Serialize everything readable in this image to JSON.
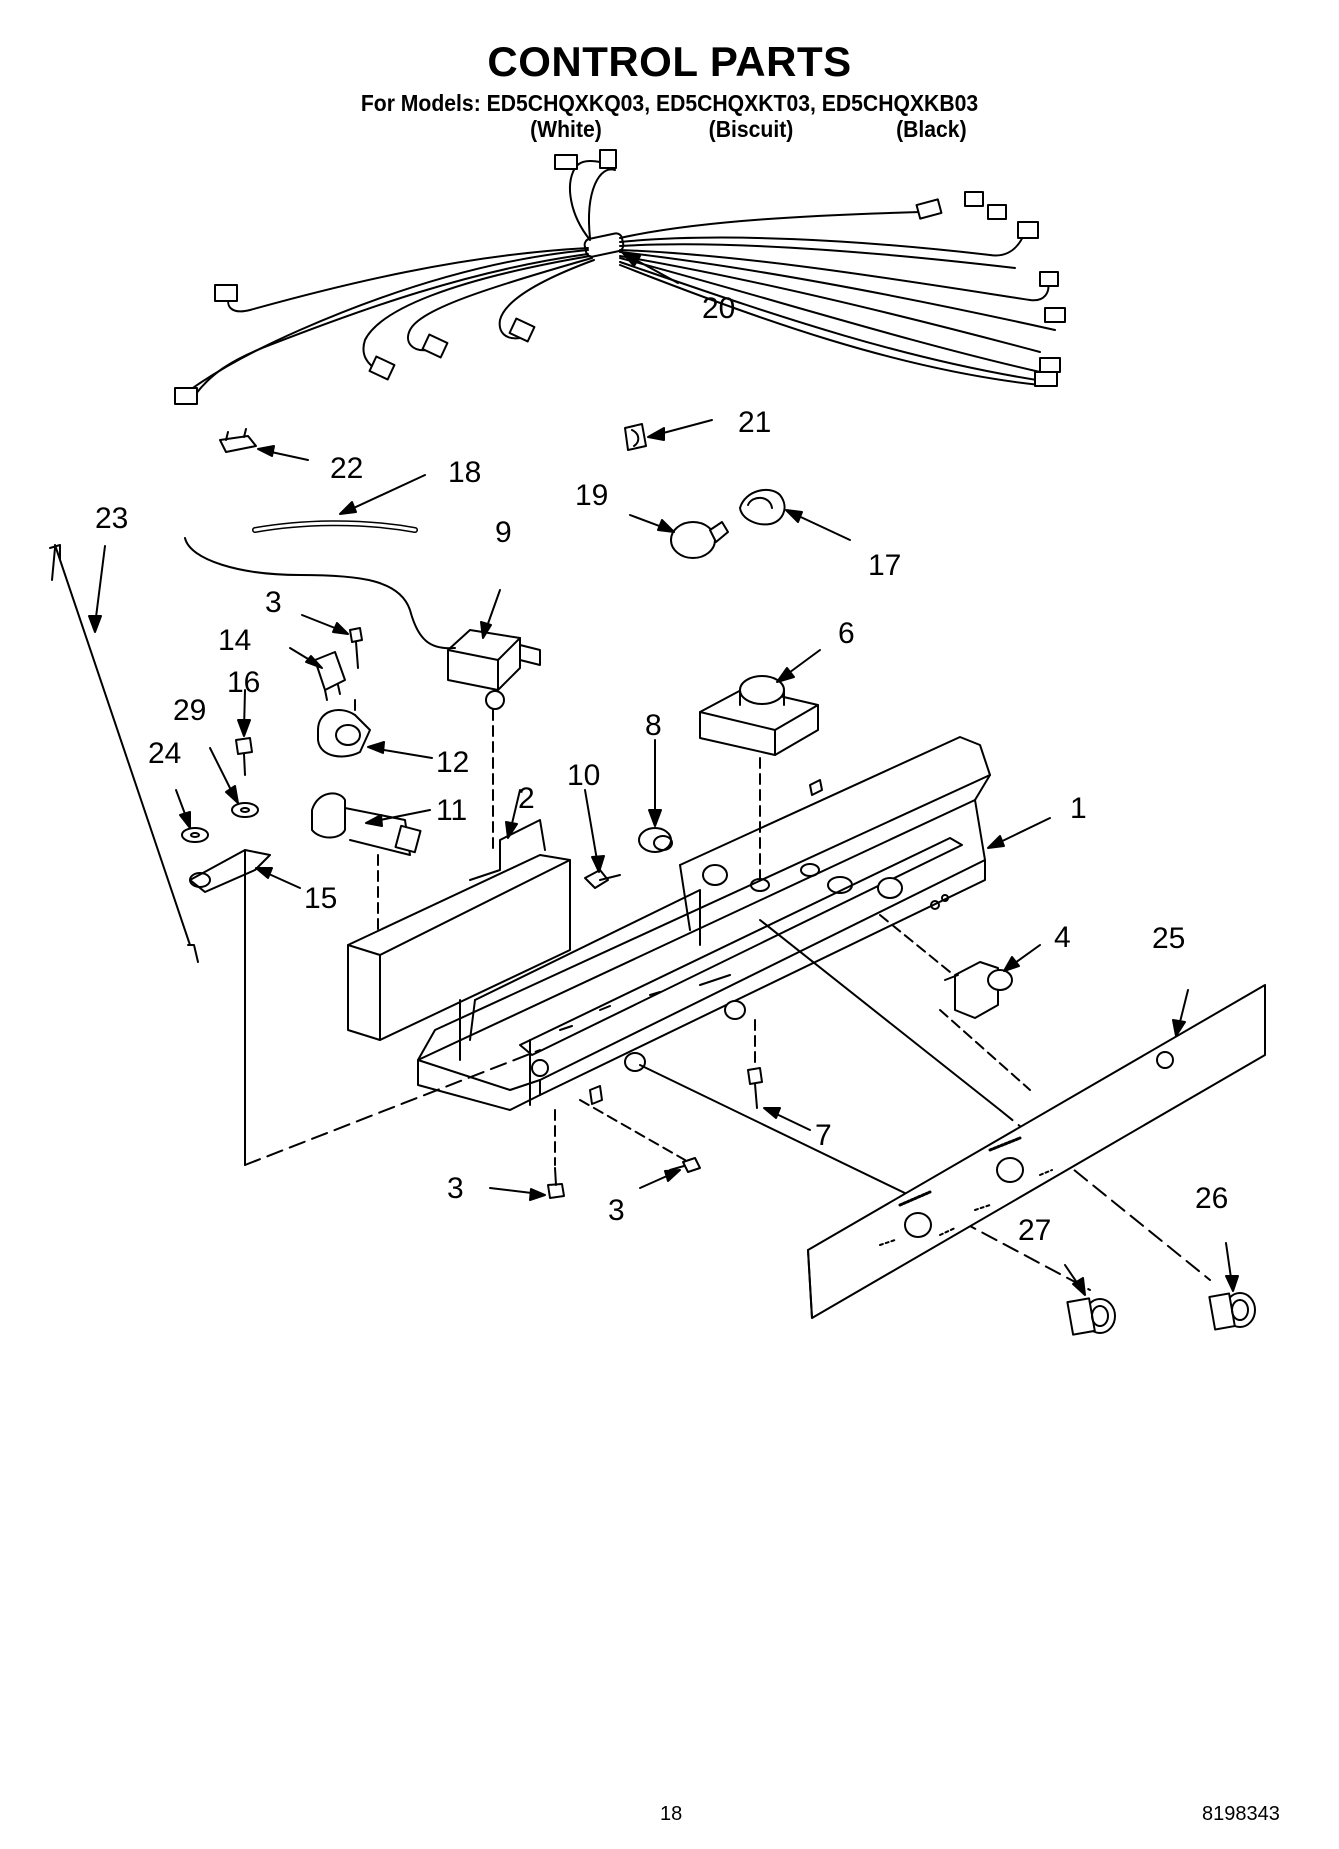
{
  "header": {
    "title": "CONTROL PARTS",
    "subtitle": "For Models: ED5CHQXKQ03, ED5CHQXKT03, ED5CHQXKB03",
    "variants": [
      "(White)",
      "(Biscuit)",
      "(Black)"
    ]
  },
  "callouts": [
    "20",
    "21",
    "22",
    "18",
    "23",
    "19",
    "17",
    "9",
    "3",
    "14",
    "6",
    "16",
    "29",
    "12",
    "8",
    "10",
    "24",
    "11",
    "2",
    "1",
    "15",
    "4",
    "25",
    "7",
    "3",
    "3",
    "26",
    "27"
  ],
  "footer": {
    "page_number": "18",
    "doc_number": "8198343"
  },
  "colors": {
    "ink": "#000000",
    "paper": "#ffffff"
  }
}
